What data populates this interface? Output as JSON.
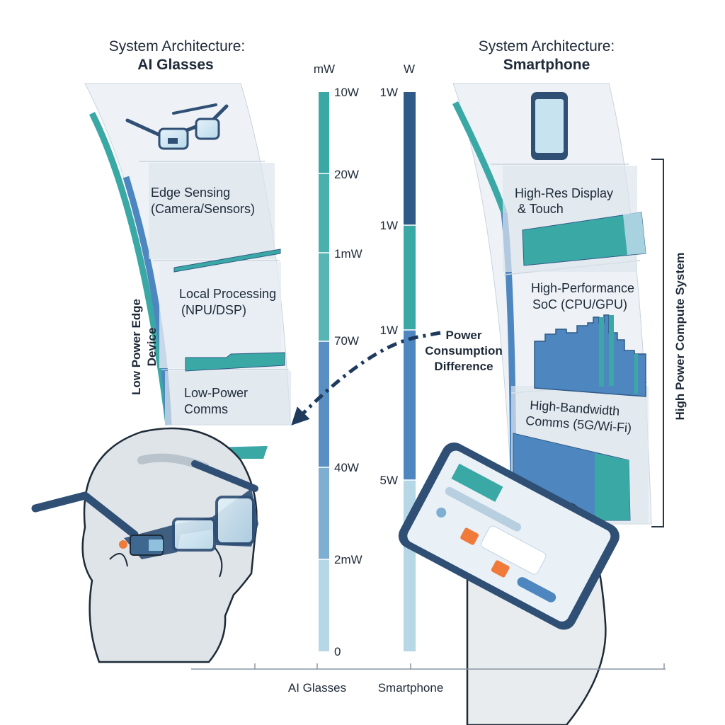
{
  "left_panel": {
    "heading_prefix": "System Architecture:",
    "heading_device": "AI Glasses",
    "sections": [
      {
        "line1": "Edge Sensing",
        "line2": "(Camera/Sensors)"
      },
      {
        "line1": "Local Processing",
        "line2": "(NPU/DSP)"
      },
      {
        "line1": "Low-Power",
        "line2": "Comms"
      }
    ],
    "side_label_line1": "Low Power Edge",
    "side_label_line2": "Device"
  },
  "right_panel": {
    "heading_prefix": "System Architecture:",
    "heading_device": "Smartphone",
    "sections": [
      {
        "line1": "High-Res Display",
        "line2": "& Touch"
      },
      {
        "line1": "High-Performance",
        "line2": "SoC (CPU/GPU)"
      },
      {
        "line1": "High-Bandwidth",
        "line2": "Comms (5G/Wi-Fi)"
      }
    ],
    "side_label": "High Power Compute System"
  },
  "scales": {
    "left_unit": "mW",
    "right_unit": "W",
    "left_ticks": [
      "10W",
      "20W",
      "1mW",
      "70W",
      "40W",
      "2mW",
      "0"
    ],
    "right_ticks": [
      "1W",
      "1W",
      "1W",
      "5W"
    ]
  },
  "callout": {
    "line1": "Power",
    "line2": "Consumption",
    "line3": "Difference"
  },
  "bottom_axis": {
    "labels": [
      "AI Glasses",
      "Smartphone"
    ]
  },
  "colors": {
    "teal": "#3aa9a6",
    "blue": "#4e86c0",
    "navy": "#2f5a87",
    "light_blue": "#a9d2e1",
    "panel": "#eef2f6",
    "orange": "#f07a3a"
  },
  "icons": [
    "glasses-icon",
    "smartphone-icon",
    "head-with-glasses-illustration",
    "hand-holding-phone-illustration",
    "dashed-arrow-icon"
  ]
}
